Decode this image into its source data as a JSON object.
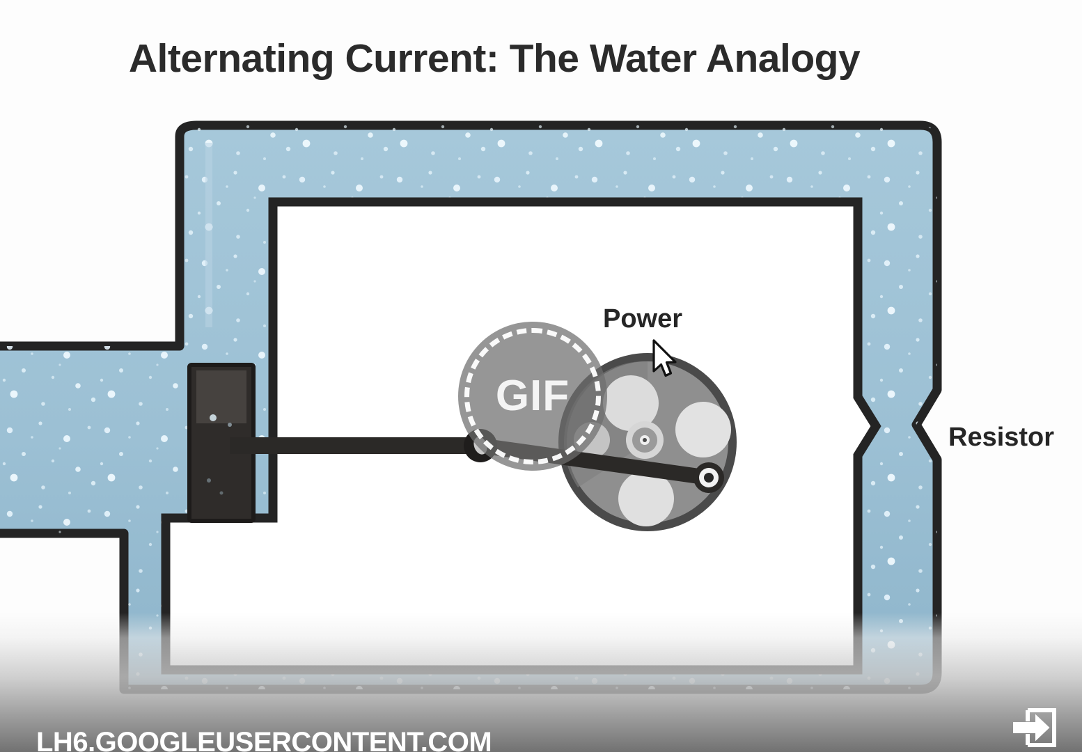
{
  "title": "Alternating Current: The Water Analogy",
  "labels": {
    "power": "Power",
    "resistor": "Resistor"
  },
  "gif_badge": {
    "text": "GIF"
  },
  "watermark": "LH6.GOOGLEUSERCONTENT.COM",
  "icons": {
    "cursor": "mouse-pointer-icon",
    "enter": "enter-arrow-icon"
  },
  "colors": {
    "water": "#9ec2d6",
    "water_dark": "#8bb3cb",
    "pipe_outline": "#262626",
    "bubble": "#e6f4fb",
    "background": "#fdfdfd",
    "title_text": "#2b2b2b",
    "label_text": "#262626",
    "wheel_body": "#8f8f8f",
    "wheel_rim": "#3a3a3a",
    "wheel_hole": "#d8d8d8",
    "gif_badge_fill": "rgba(110,110,110,0.72)",
    "gif_badge_text": "#f4f4f4",
    "piston": "#332f2d",
    "watermark_text": "#ffffff"
  },
  "diagram": {
    "type": "water-analogy-circuit",
    "components": [
      {
        "name": "pump-piston-chamber",
        "label": ""
      },
      {
        "name": "crank-wheel",
        "label": "Power"
      },
      {
        "name": "resistor-constriction",
        "label": "Resistor"
      },
      {
        "name": "water-pipe-loop",
        "label": ""
      }
    ]
  }
}
